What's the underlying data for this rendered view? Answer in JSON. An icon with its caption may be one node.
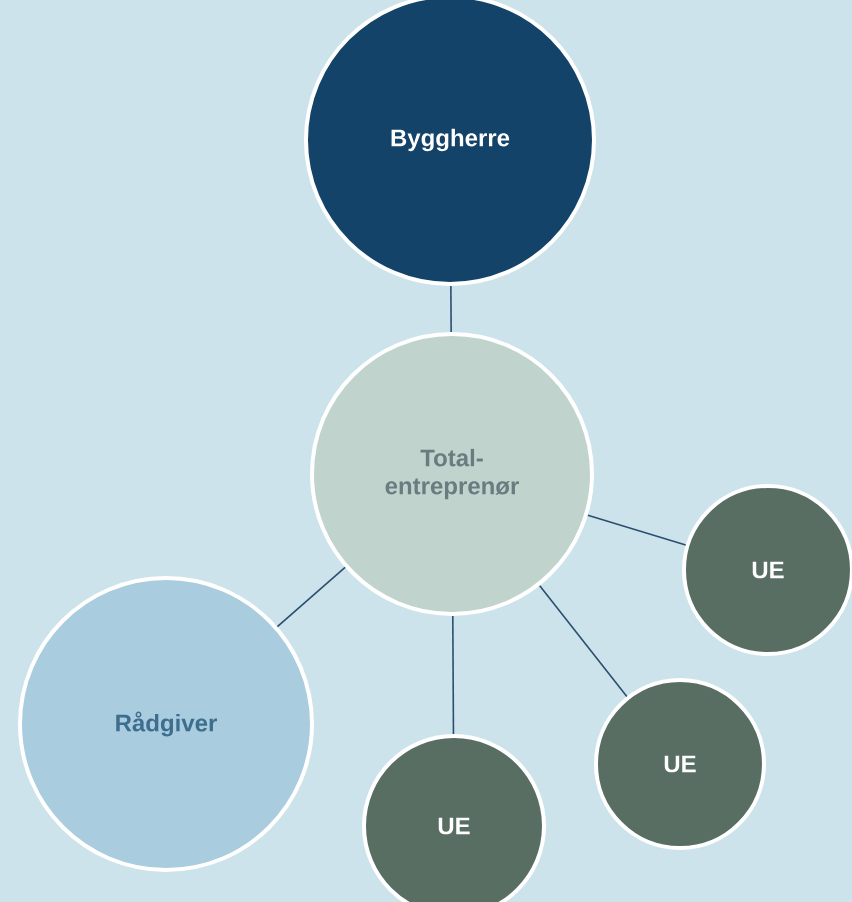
{
  "diagram": {
    "nodes": [
      {
        "text": [
          "Byggherre"
        ]
      },
      {
        "text": [
          "Total- entreprenør"
        ]
      },
      {
        "text": [
          "UE"
        ]
      },
      {
        "text": [
          "Rådgiver"
        ]
      },
      {
        "text": [
          "UE"
        ]
      },
      {
        "text": [
          "UE"
        ]
      }
    ],
    "edges": [
      {
        "from": 0,
        "to": 1,
        "arrow": "none"
      },
      {
        "from": 1,
        "to": 2,
        "arrow": "none"
      },
      {
        "from": 1,
        "to": 3,
        "arrow": "none"
      },
      {
        "from": 1,
        "to": 4,
        "arrow": "none"
      },
      {
        "from": 1,
        "to": 5,
        "arrow": "none"
      }
    ]
  }
}
